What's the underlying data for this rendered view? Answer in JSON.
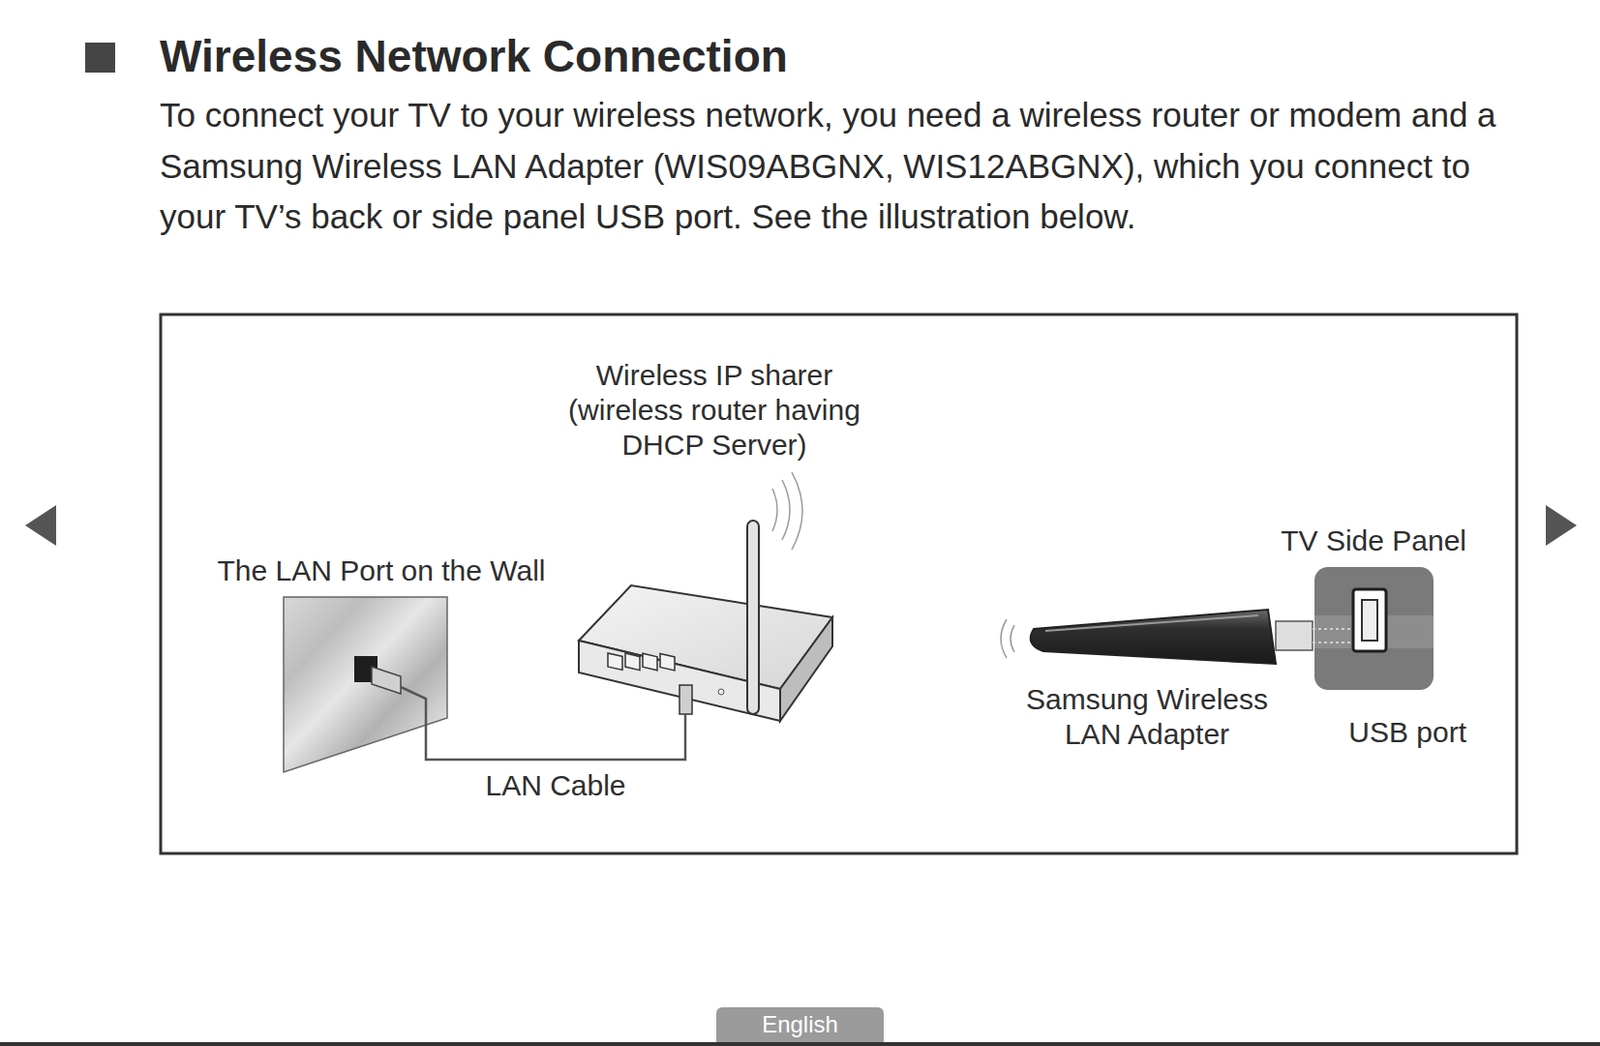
{
  "diagram": {
    "title": "Wireless Network Connection",
    "nodes": [
      {
        "text": [
          "The LAN Port on the Wall"
        ]
      },
      {
        "text": [
          "Wireless IP sharer (wireless router having DHCP Server)"
        ]
      },
      {
        "text": [
          "Samsung Wireless LAN Adapter"
        ]
      },
      {
        "text": [
          "TV Side Panel",
          "USB port"
        ]
      },
      {
        "text": [
          "English"
        ]
      }
    ],
    "edges": [
      {
        "from": 0,
        "to": 1,
        "label": "LAN Cable",
        "arrow": "none"
      }
    ],
    "labels": [
      "To connect your TV to your wireless network, you need a wireless router or modem and a Samsung Wireless LAN Adapter (WIS09ABGNX, WIS12ABGNX), which you connect to your TV’s back or side panel USB port. See the illustration below."
    ]
  }
}
